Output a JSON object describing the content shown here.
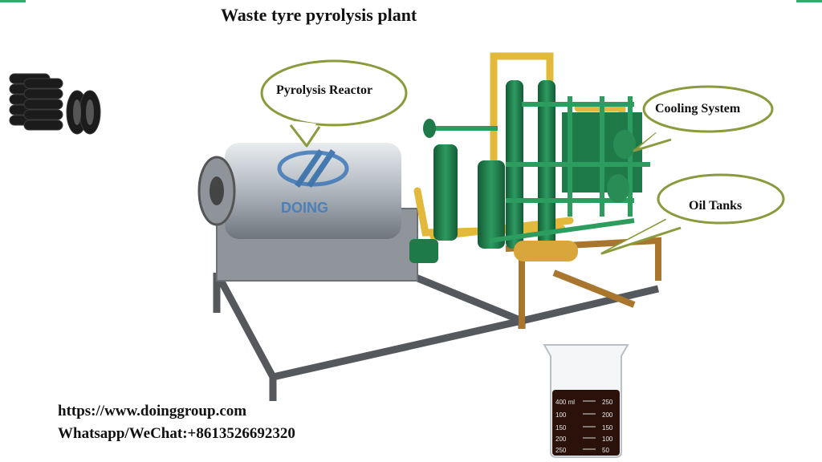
{
  "title": "Waste tyre pyrolysis plant",
  "labels": {
    "reactor": "Pyrolysis Reactor",
    "cooling": "Cooling System",
    "oil_tanks": "Oil Tanks"
  },
  "logo_text": "DOING",
  "contact": {
    "website": "https://www.doinggroup.com",
    "phone": "Whatsapp/WeChat:+8613526692320"
  },
  "beaker": {
    "marks_left": [
      "400 ml",
      "100",
      "150",
      "200",
      "250"
    ],
    "marks_right": [
      "250",
      "200",
      "150",
      "100",
      "50"
    ]
  },
  "colors": {
    "bubble_border": "#8a9a3c",
    "machine_green": "#1f7a4a",
    "pipe_yellow": "#e2b93b",
    "frame_gray": "#5f6266",
    "oil": "#2a120a"
  }
}
